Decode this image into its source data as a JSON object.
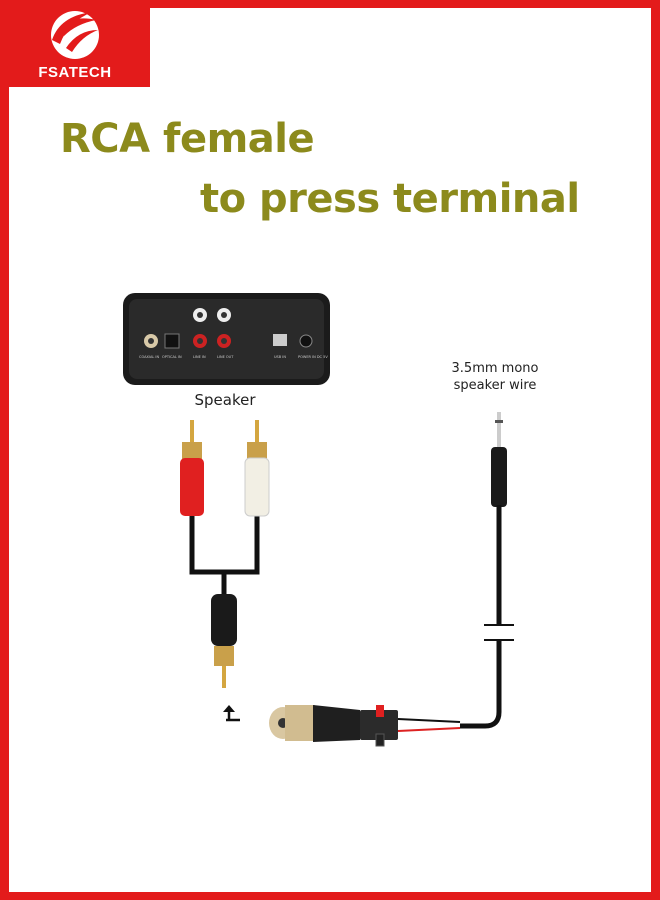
{
  "brand": {
    "name": "FSATECH",
    "color": "#e31b1b"
  },
  "title": {
    "line1": "RCA female",
    "line2": "to press terminal",
    "color": "#8c8a1c"
  },
  "labels": {
    "speaker": "Speaker",
    "wire_line1": "3.5mm mono",
    "wire_line2": "speaker wire"
  },
  "device_ports": {
    "coaxial": "COAXIAL IN",
    "optical": "OPTICAL IN",
    "line_in": "LINE IN",
    "line_out": "LINE OUT",
    "usb": "USB IN",
    "power": "POWER IN DC 5V"
  }
}
